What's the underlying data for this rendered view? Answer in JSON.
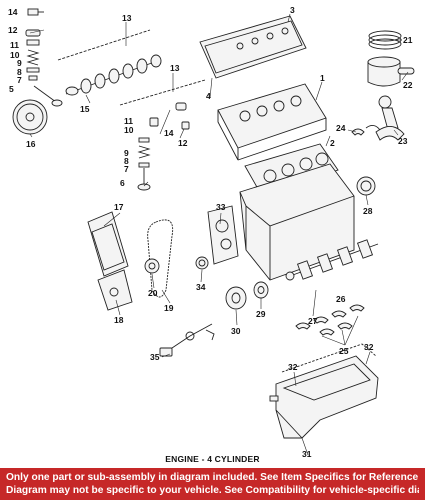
{
  "diagram": {
    "caption": "ENGINE - 4 CYLINDER",
    "callouts": {
      "c1": "1",
      "c2": "2",
      "c3": "3",
      "c4": "4",
      "c5": "5",
      "c6": "6",
      "c7a": "7",
      "c7b": "7",
      "c8a": "8",
      "c8b": "8",
      "c9a": "9",
      "c9b": "9",
      "c10a": "10",
      "c10b": "10",
      "c11a": "11",
      "c11b": "11",
      "c12a": "12",
      "c12b": "12",
      "c13a": "13",
      "c13b": "13",
      "c14a": "14",
      "c14b": "14",
      "c15": "15",
      "c16": "16",
      "c17": "17",
      "c18": "18",
      "c19": "19",
      "c20": "20",
      "c21": "21",
      "c22": "22",
      "c23": "23",
      "c24": "24",
      "c25": "25",
      "c26": "26",
      "c27": "27",
      "c28": "28",
      "c29": "29",
      "c30": "30",
      "c31": "31",
      "c32a": "32",
      "c32b": "32",
      "c33": "33",
      "c34": "34",
      "c35": "35"
    }
  },
  "disclaimer": {
    "line1": "Only one part or sub-assembly in diagram included. See Item Specifics for Reference #.",
    "line2": "Diagram may not be specific to your vehicle. See Compatibility for vehicle-specific diagrams."
  },
  "colors": {
    "banner_bg": "#c62828",
    "banner_text": "#ffffff"
  }
}
